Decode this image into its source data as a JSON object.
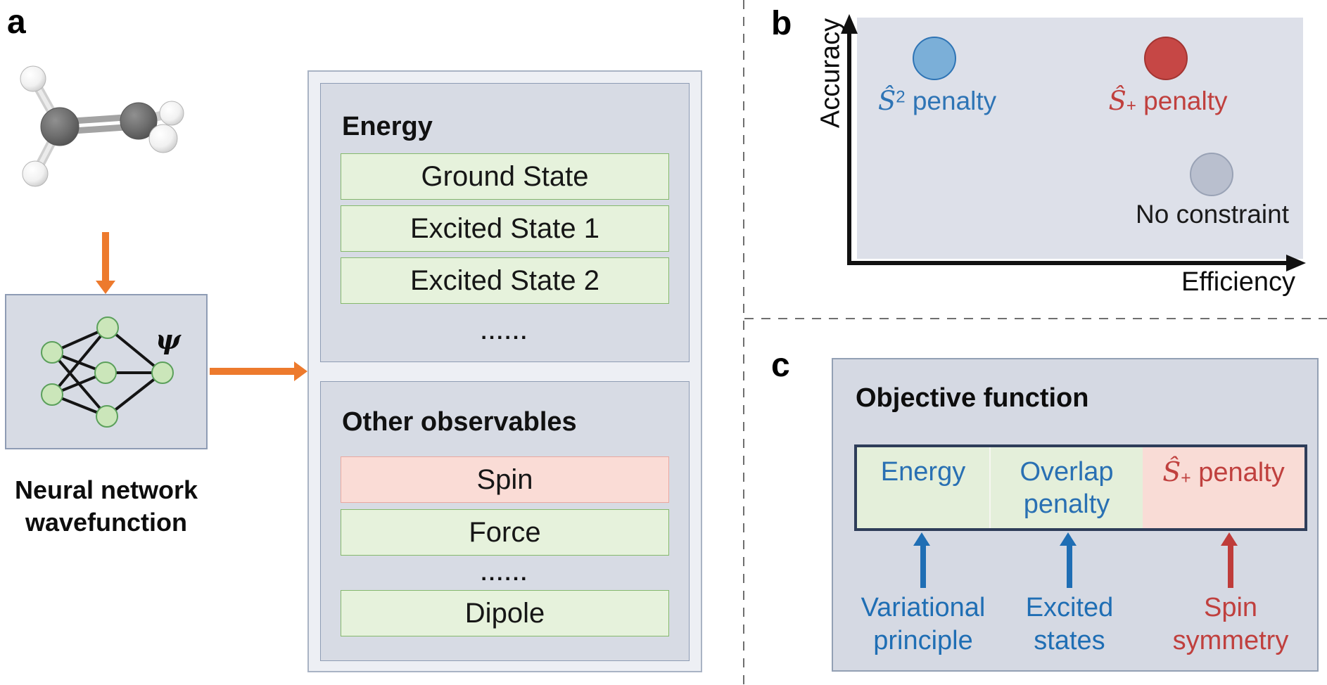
{
  "panel_a": {
    "label": "a",
    "molecule_icon": "ethylene-ball-and-stick",
    "psi_symbol": "ψ",
    "caption_line1": "Neural network",
    "caption_line2": "wavefunction",
    "energy_box": {
      "title": "Energy",
      "rows": [
        "Ground State",
        "Excited State 1",
        "Excited State 2"
      ],
      "ellipsis": "......"
    },
    "observables_box": {
      "title": "Other observables",
      "spin": "Spin",
      "force": "Force",
      "ellipsis": "......",
      "dipole": "Dipole"
    }
  },
  "panel_b": {
    "label": "b",
    "y_axis_label": "Accuracy",
    "x_axis_label": "Efficiency",
    "point_s2": {
      "s_hat": "Ŝ",
      "script": "2",
      "rest": " penalty"
    },
    "point_splus": {
      "s_hat": "Ŝ",
      "script": "+",
      "rest": " penalty"
    },
    "point_none": {
      "label": "No constraint"
    }
  },
  "panel_c": {
    "label": "c",
    "title": "Objective function",
    "segment_energy": "Energy",
    "segment_overlap_line1": "Overlap",
    "segment_overlap_line2": "penalty",
    "segment_splus": {
      "s_hat": "Ŝ",
      "script": "+",
      "rest": " penalty"
    },
    "ann_variational_line1": "Variational",
    "ann_variational_line2": "principle",
    "ann_excited_line1": "Excited",
    "ann_excited_line2": "states",
    "ann_spin_line1": "Spin",
    "ann_spin_line2": "symmetry"
  },
  "colors": {
    "orange": "#ed7a2d",
    "blue": "#2e74b5",
    "red": "#c0403e",
    "green_row_fill": "#e6f2dc",
    "green_row_border": "#85b96c",
    "pink_row_fill": "#fadcd6",
    "panel_fill": "#d7dbe4",
    "outer_fill": "#edeff4",
    "node_fill": "#cbe6ba",
    "navy_border": "#2e3d59",
    "dot_blue": "#7bafd8",
    "dot_red": "#c64745",
    "dot_gray": "#b9bfce"
  }
}
